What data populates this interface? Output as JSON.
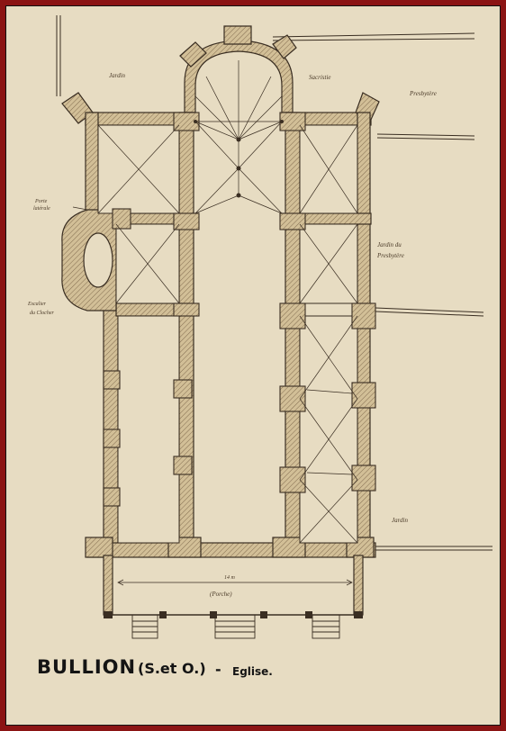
{
  "title": {
    "main": "BULLION",
    "dept": "(S.et O.)",
    "sep": "-",
    "word": "Eglise."
  },
  "labels": {
    "jardin_top": "Jardin",
    "sacristie": "Sacristie",
    "presbytere_top": "Presbytère",
    "porte_1": "Porte",
    "porte_2": "latérale",
    "jardin_presb_1": "Jardin du",
    "jardin_presb_2": "Presbytère",
    "escalier_1": "Escalier",
    "escalier_2": "du Clocher",
    "jardin_bottom": "Jardin",
    "porche": "(Porche)",
    "porche_dim": "14 m"
  },
  "colors": {
    "paper": "#e7dcc2",
    "wall_fill": "#d2bf97",
    "ink": "#3a2e22",
    "frame": "#8b1414"
  }
}
